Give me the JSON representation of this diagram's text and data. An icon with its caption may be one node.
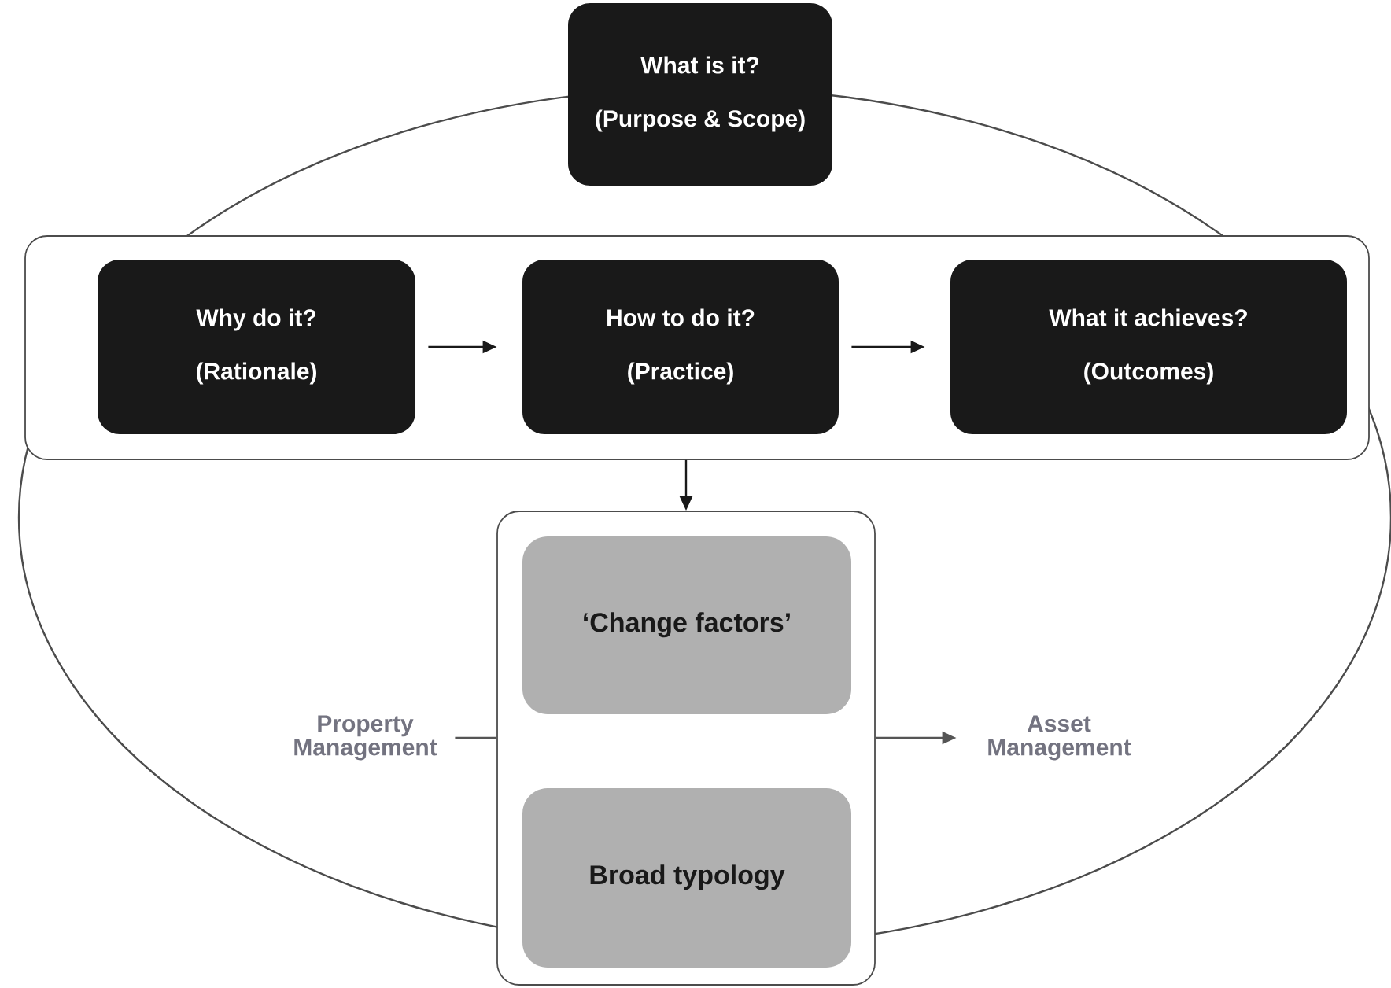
{
  "diagram": {
    "nodes": [
      {
        "text": [
          "What is it?",
          "(Purpose & Scope)"
        ]
      },
      {
        "text": [],
        "shape": "box"
      },
      {
        "text": [
          "Why do it?",
          "(Rationale)"
        ],
        "in": 1
      },
      {
        "text": [
          "How to do it?",
          "(Practice)"
        ],
        "in": 1
      },
      {
        "text": [
          "What it achieves?",
          "(Outcomes)"
        ],
        "in": 1
      },
      {
        "text": [],
        "shape": "box"
      },
      {
        "text": [
          "‘Change factors’"
        ],
        "in": 5
      },
      {
        "text": [
          "Broad typology"
        ],
        "in": 5
      },
      {
        "text": [
          "Property Management"
        ]
      },
      {
        "text": [
          "Asset Management"
        ]
      }
    ],
    "edges": [
      {
        "from": 2,
        "to": 3,
        "arrow": "to"
      },
      {
        "from": 3,
        "to": 4,
        "arrow": "to"
      },
      {
        "from": 1,
        "to": 5,
        "arrow": "to"
      },
      {
        "from": 8,
        "to": 5,
        "arrow": "none",
        "color": "#555555"
      },
      {
        "from": 5,
        "to": 9,
        "arrow": "to",
        "color": "#555555"
      }
    ]
  }
}
